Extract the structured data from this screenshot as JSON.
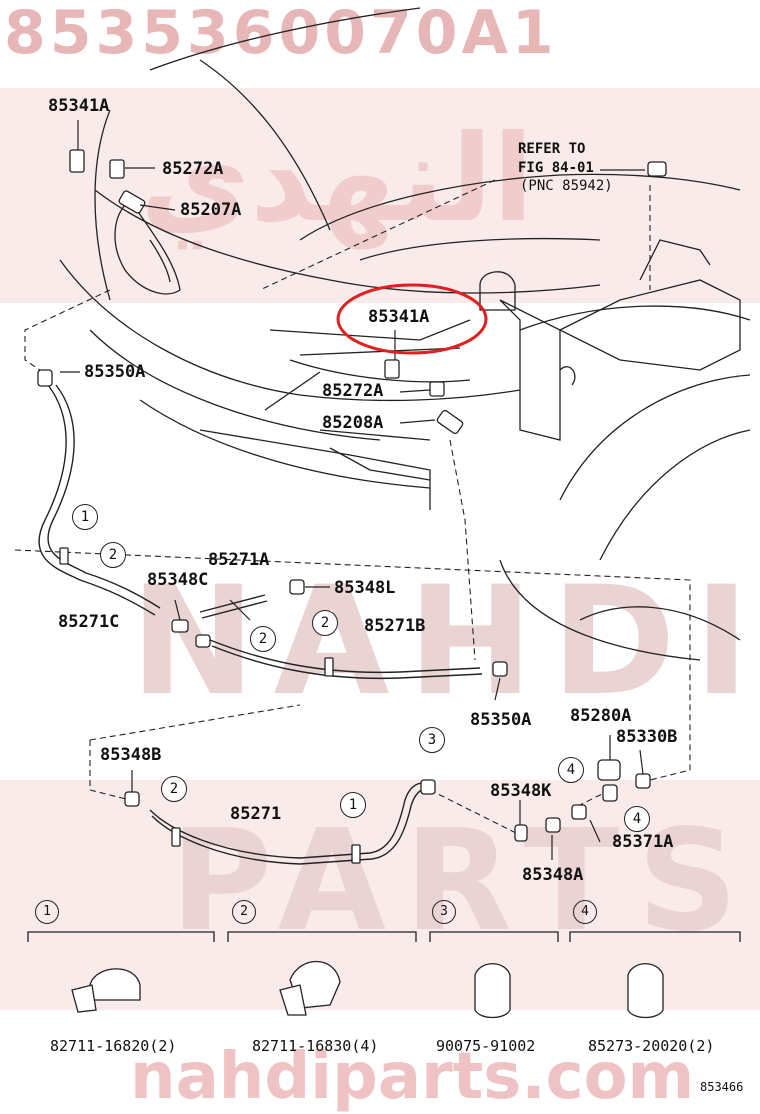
{
  "watermark": {
    "part_number": "8535360070A1",
    "arabic": "النهدي",
    "brand_top": "NAHDI",
    "brand_mid": "PARTS",
    "site": "nahdiparts.com"
  },
  "reference_note": {
    "line1": "REFER TO",
    "line2": "FIG 84-01",
    "line3": "(PNC 85942)"
  },
  "highlight": {
    "label": "85341A",
    "color": "#e02020"
  },
  "labels": {
    "p85341A_top": "85341A",
    "p85272A_top": "85272A",
    "p85207A": "85207A",
    "p85350A_left": "85350A",
    "p85272A_mid": "85272A",
    "p85208A": "85208A",
    "p85271A": "85271A",
    "p85348C": "85348C",
    "p85348L": "85348L",
    "p85271C": "85271C",
    "p85271B": "85271B",
    "p85350A_mid": "85350A",
    "p85348B": "85348B",
    "p85271": "85271",
    "p85348K": "85348K",
    "p85280A": "85280A",
    "p85330B": "85330B",
    "p85371A": "85371A",
    "p85348A": "85348A"
  },
  "callouts": {
    "c1": "1",
    "c2": "2",
    "c3": "3",
    "c4": "4"
  },
  "legend": [
    {
      "num": "1",
      "part": "82711-16820",
      "qty": "(2)"
    },
    {
      "num": "2",
      "part": "82711-16830",
      "qty": "(4)"
    },
    {
      "num": "3",
      "part": "90075-91002",
      "qty": ""
    },
    {
      "num": "4",
      "part": "85273-20020",
      "qty": "(2)"
    }
  ],
  "figure_code": "853466"
}
